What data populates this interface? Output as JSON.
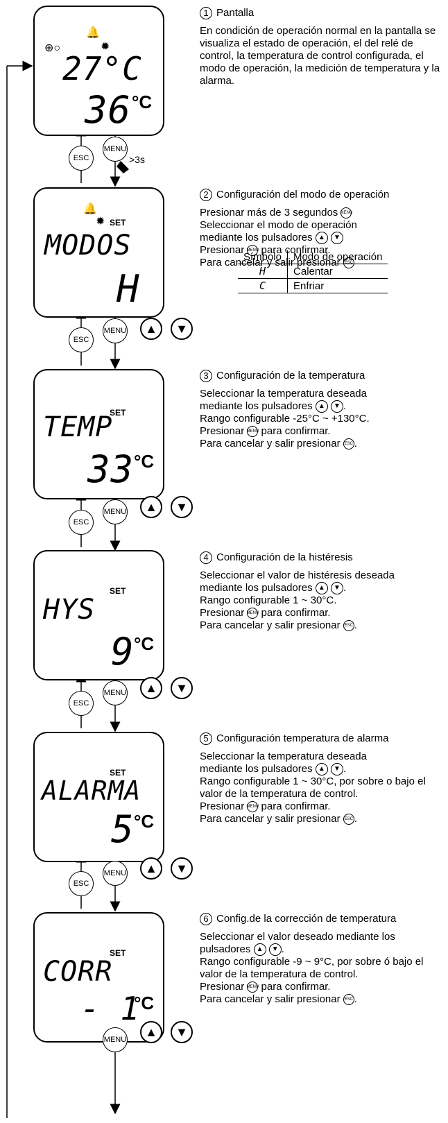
{
  "buttons": {
    "esc": "ESC",
    "menu": "MENU",
    "up": "▲",
    "down": "▼",
    "hold": ">3s"
  },
  "screens": [
    {
      "name": "pantalla",
      "main": "27°C",
      "value": "36",
      "unit": "°C"
    },
    {
      "name": "modos",
      "main": "MODOS",
      "value": "H",
      "set": "SET"
    },
    {
      "name": "temp",
      "main": "TEMP",
      "value": "33",
      "unit": "°C",
      "set": "SET"
    },
    {
      "name": "hys",
      "main": "HYS",
      "value": "9",
      "unit": "°C",
      "set": "SET"
    },
    {
      "name": "alarma",
      "main": "ALARMA",
      "value": "5",
      "unit": "°C",
      "set": "SET"
    },
    {
      "name": "corr",
      "main": "CORR",
      "value": "- 1",
      "unit": "°C",
      "set": "SET"
    }
  ],
  "steps": [
    {
      "num": "1",
      "title": "Pantalla",
      "lines": [
        "En condición de operación normal en la pantalla se visualiza el estado de operación, el del relé de control, la temperatura de control configurada, el modo de operación, la medición de temperatura y la alarma."
      ]
    },
    {
      "num": "2",
      "title": "Configuración del modo de operación",
      "l1": "Presionar más de 3 segundos",
      "l2": "Seleccionar el modo de operación",
      "l3": "mediante los pulsadores",
      "l4a": "Presionar",
      "l4b": "para confirmar.",
      "l5": "Para cancelar y salir presionar"
    },
    {
      "num": "3",
      "title": "Configuración de la temperatura",
      "l1": "Seleccionar la temperatura deseada",
      "l2": "mediante los pulsadores",
      "l3": "Rango configurable -25°C ~ +130°C.",
      "l4a": "Presionar",
      "l4b": "para confirmar.",
      "l5": "Para cancelar y salir presionar"
    },
    {
      "num": "4",
      "title": "Configuración de la histéresis",
      "l1": "Seleccionar el valor de histéresis deseada",
      "l2": "mediante los pulsadores",
      "l3": "Rango configurable 1 ~ 30°C.",
      "l4a": "Presionar",
      "l4b": "para confirmar.",
      "l5": "Para cancelar y salir presionar"
    },
    {
      "num": "5",
      "title": "Configuración temperatura de alarma",
      "l1": "Seleccionar la temperatura deseada",
      "l2": "mediante los pulsadores",
      "l3": "Rango configurable 1 ~ 30°C, por sobre o bajo el valor de la temperatura de control.",
      "l4a": "Presionar",
      "l4b": "para confirmar.",
      "l5": "Para cancelar y salir presionar"
    },
    {
      "num": "6",
      "title": "Config.de la corrección de temperatura",
      "l1": "Seleccionar el valor deseado mediante los pulsadores",
      "l3": "Rango configurable -9 ~ 9°C, por sobre ó bajo el valor de la temperatura de control.",
      "l4a": "Presionar",
      "l4b": "para confirmar.",
      "l5": "Para cancelar y salir presionar"
    }
  ],
  "table": {
    "headers": [
      "Símbolo",
      "Modo de operación"
    ],
    "rows": [
      {
        "sym": "H",
        "mode": "Calentar"
      },
      {
        "sym": "C",
        "mode": "Enfriar"
      }
    ]
  }
}
